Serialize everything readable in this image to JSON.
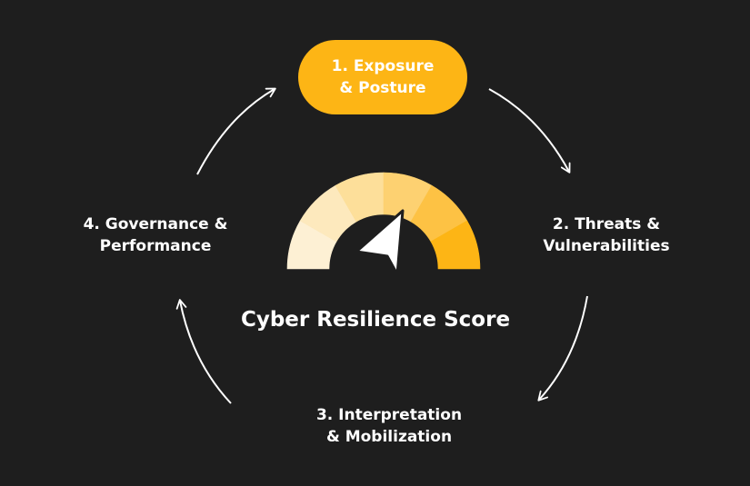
{
  "steps": [
    {
      "line1": "1. Exposure",
      "line2": "& Posture",
      "highlighted": true
    },
    {
      "line1": "2. Threats &",
      "line2": "Vulnerabilities",
      "highlighted": false
    },
    {
      "line1": "3. Interpretation",
      "line2": "& Mobilization",
      "highlighted": false
    },
    {
      "line1": "4. Governance &",
      "line2": "Performance",
      "highlighted": false
    }
  ],
  "center": {
    "title": "Cyber Resilience Score",
    "gauge_colors": [
      "#fdf0d4",
      "#fde9bd",
      "#fddf9a",
      "#fdd171",
      "#fdc244",
      "#fdb515"
    ],
    "needle_icon": "cursor-arrow-icon"
  },
  "colors": {
    "background": "#1e1e1e",
    "accent": "#fdb515",
    "text": "#ffffff"
  }
}
